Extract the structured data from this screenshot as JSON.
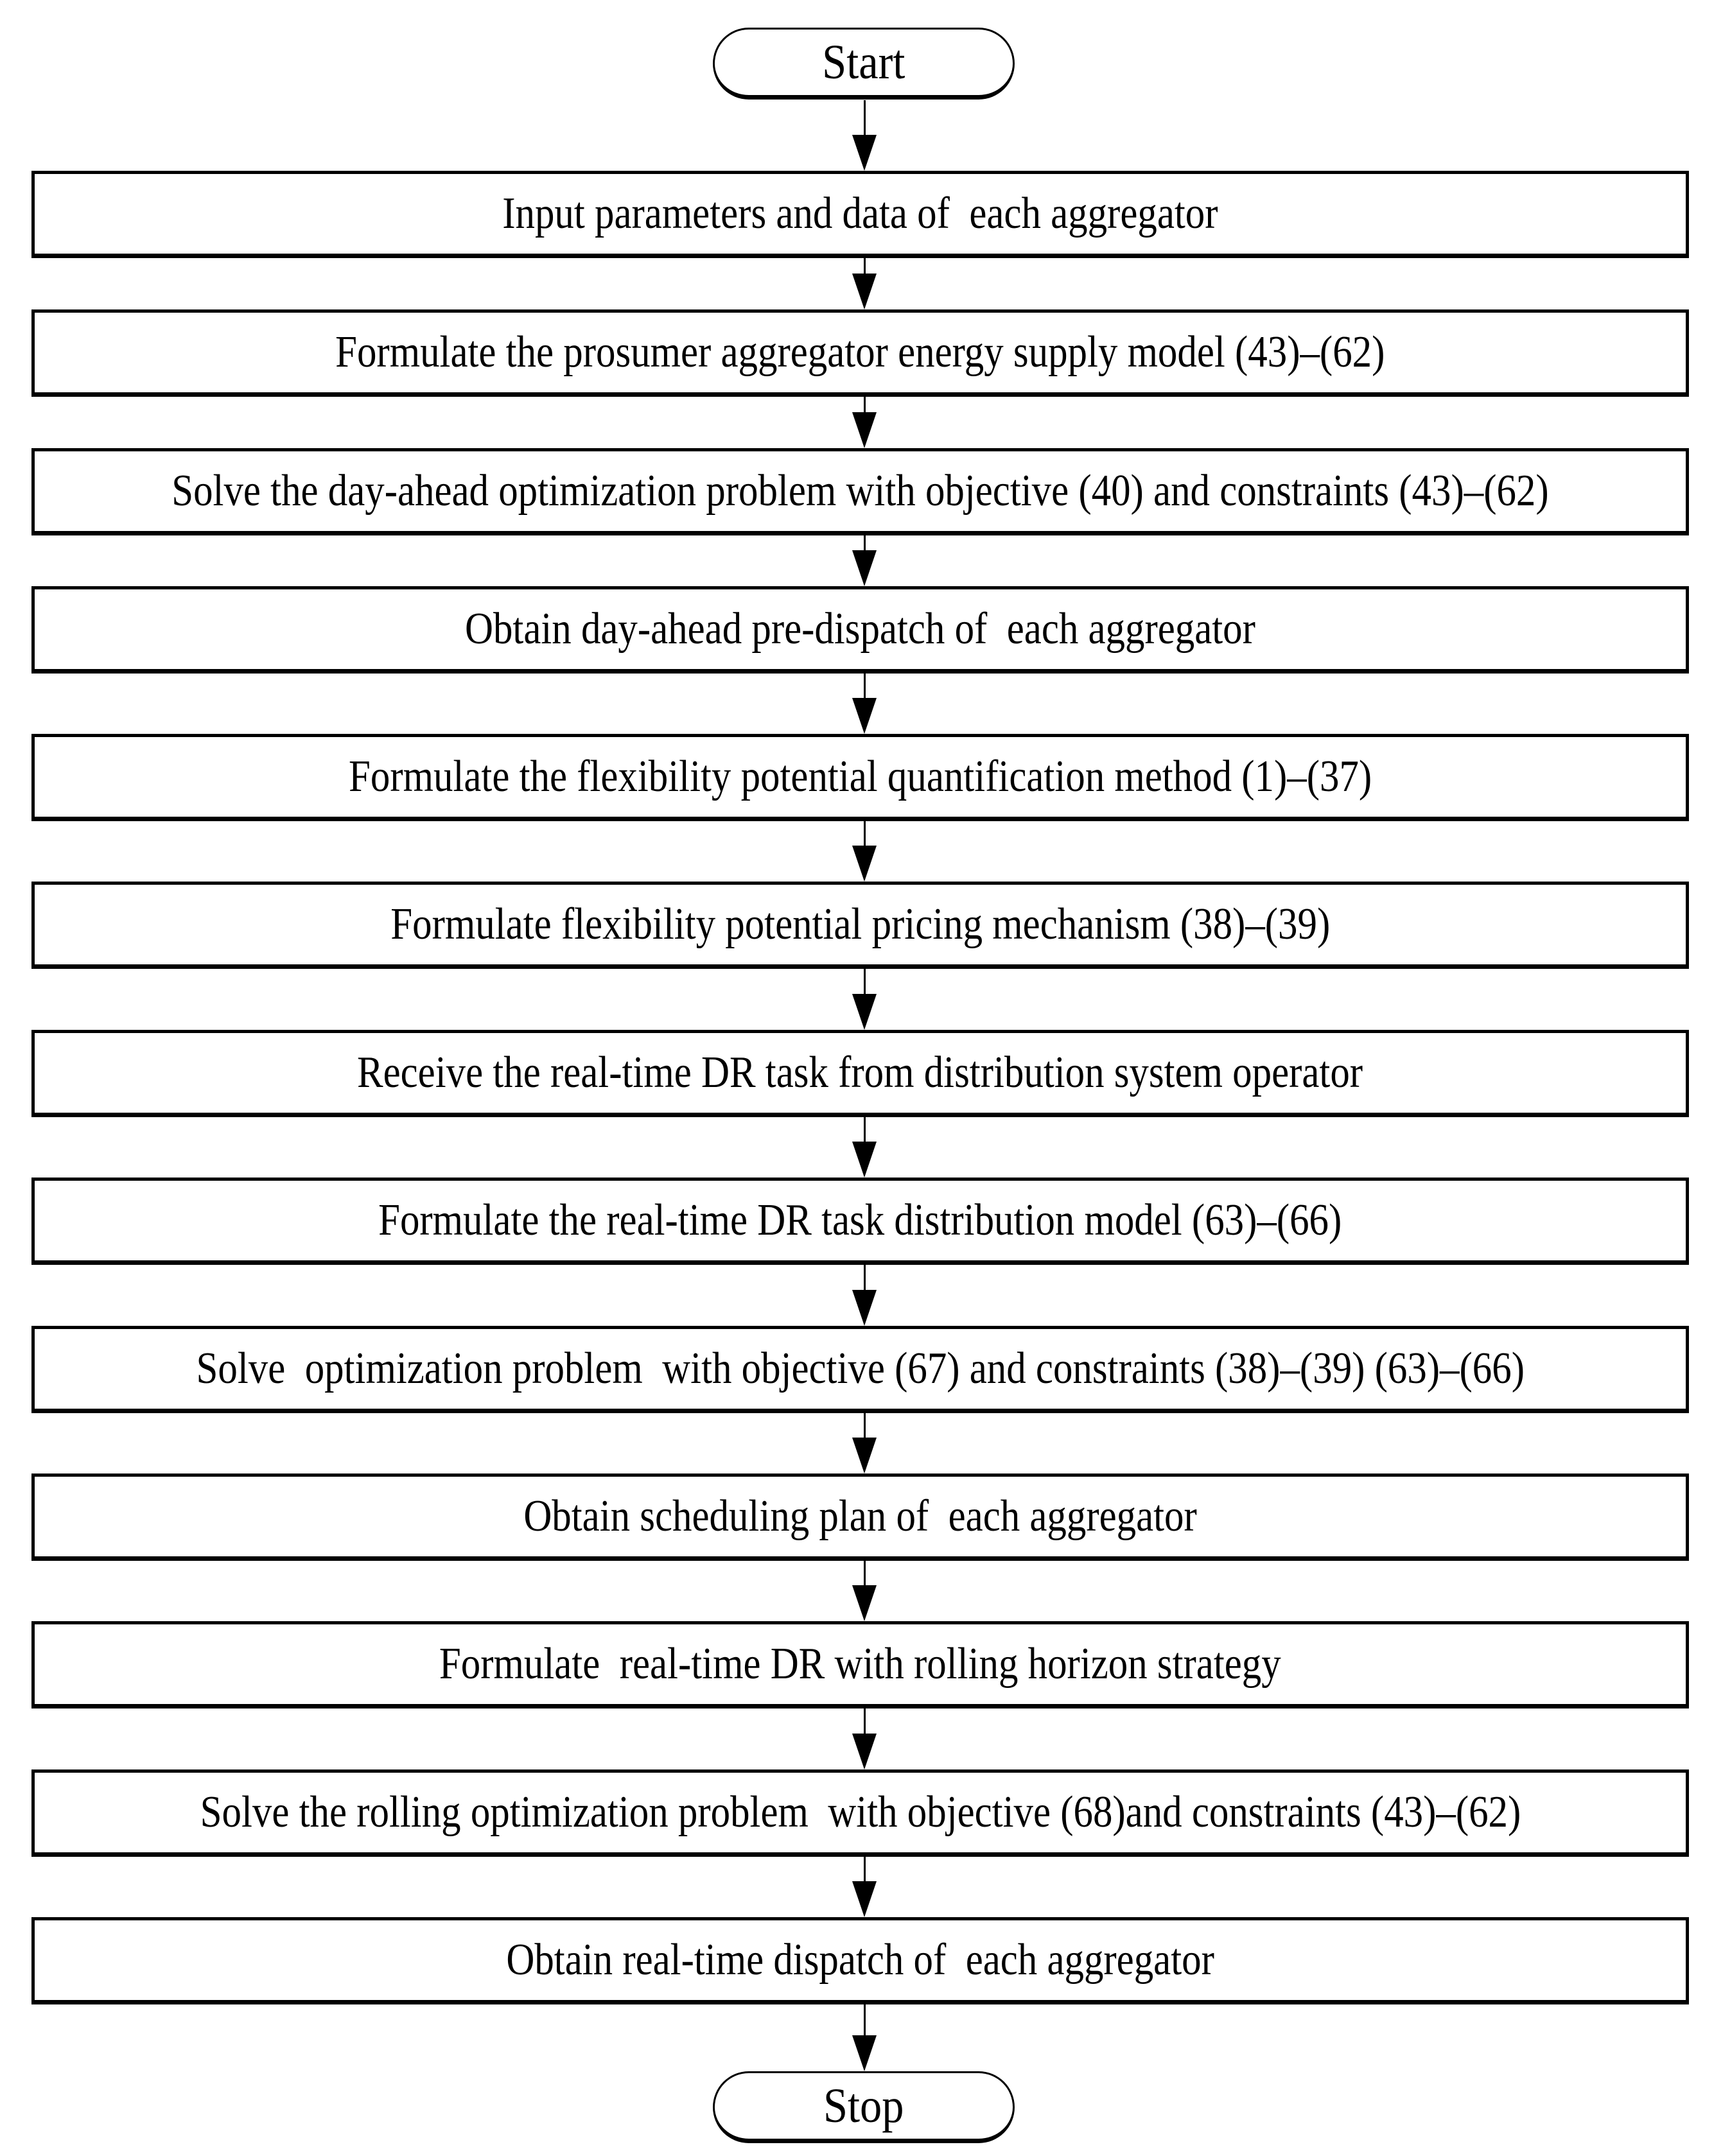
{
  "page": {
    "background_color": "#ffffff"
  },
  "flowchart": {
    "stroke_color": "#000000",
    "text_color": "#000000",
    "start_label": "Start",
    "stop_label": "Stop",
    "steps": [
      "Input parameters and data of  each aggregator",
      "Formulate the prosumer aggregator energy supply model (43)–(62)",
      "Solve the day-ahead optimization problem with objective (40) and constraints (43)–(62)",
      "Obtain day-ahead pre-dispatch of  each aggregator",
      "Formulate the flexibility potential quantification method (1)–(37)",
      "Formulate flexibility potential pricing mechanism (38)–(39)",
      "Receive the real-time DR task from distribution system operator",
      "Formulate the real-time DR task distribution model (63)–(66)",
      "Solve  optimization problem  with objective (67) and constraints (38)–(39) (63)–(66)",
      "Obtain scheduling plan of  each aggregator",
      "Formulate  real-time DR with rolling horizon strategy",
      "Solve the rolling optimization problem  with objective (68)and constraints (43)–(62)",
      "Obtain real-time dispatch of  each aggregator"
    ]
  }
}
